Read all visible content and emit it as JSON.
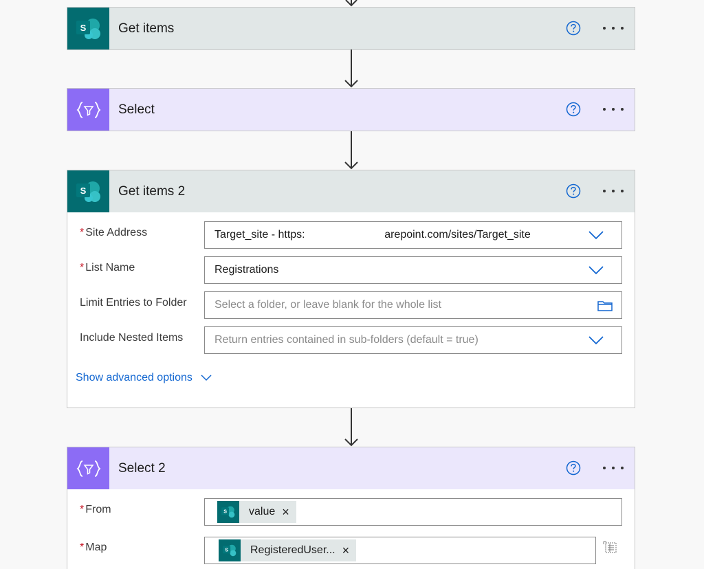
{
  "flow": {
    "steps": [
      {
        "title": "Get items",
        "kind": "sharepoint"
      },
      {
        "title": "Select",
        "kind": "data-operation"
      },
      {
        "title": "Get items 2",
        "kind": "sharepoint"
      },
      {
        "title": "Select 2",
        "kind": "data-operation"
      }
    ]
  },
  "get_items_2": {
    "site_address": {
      "label": "Site Address",
      "required": true,
      "value": "Target_site - https:                          arepoint.com/sites/Target_site"
    },
    "list_name": {
      "label": "List Name",
      "required": true,
      "value": "Registrations"
    },
    "limit_folder": {
      "label": "Limit Entries to Folder",
      "placeholder": "Select a folder, or leave blank for the whole list"
    },
    "nested": {
      "label": "Include Nested Items",
      "placeholder": "Return entries contained in sub-folders (default = true)"
    },
    "advanced_link": "Show advanced options"
  },
  "select_2": {
    "from": {
      "label": "From",
      "required": true,
      "token": "value"
    },
    "map": {
      "label": "Map",
      "required": true,
      "token": "RegisteredUser..."
    }
  },
  "common": {
    "required_mark": "*",
    "remove_mark": "×",
    "sp_letter": "S"
  },
  "colors": {
    "sharepoint_brand": "#036c70",
    "data_operation_brand": "#8c6cf5",
    "link": "#1367d1",
    "required": "#c50f1f"
  },
  "icons": {
    "sharepoint": "sharepoint-icon",
    "data_operation": "data-operation-icon",
    "help": "help-circle-icon",
    "more": "more-dots-icon",
    "chevron": "chevron-down-icon",
    "folder": "folder-icon",
    "map_switch": "map-text-mode-icon"
  }
}
